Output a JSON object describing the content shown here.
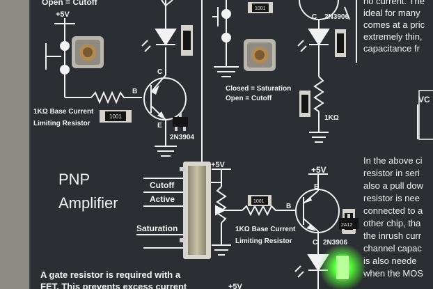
{
  "photo": {
    "subject": "PCB silkscreen transistor tutorial board",
    "colors": {
      "board": "#2b2e33",
      "background": "#8d8b86",
      "silkscreen": "#f2f2f2",
      "led_on": "#57ff3a"
    }
  },
  "npn_section": {
    "open_label": "Open = Cutoff",
    "supply": "+5V",
    "base_resistor_label_1": "1KΩ Base Current",
    "base_resistor_label_2": "Limiting Resistor",
    "resistor_code": "1001",
    "pin_b": "B",
    "pin_c": "C",
    "pin_e": "E",
    "part": "2N3904"
  },
  "middle_section": {
    "resistor_code": "1001",
    "closed_label": "Closed = Saturation",
    "open_label": "Open = Cutoff"
  },
  "pnp_top": {
    "pin_c": "C",
    "part": "2N3906",
    "resistor_value": "1KΩ"
  },
  "pnp_section": {
    "title_1": "PNP",
    "title_2": "Amplifier",
    "states": [
      "Cutoff",
      "Active",
      "Saturation"
    ],
    "supply": "+5V",
    "supply_right": "+5V",
    "resistor_code": "1001",
    "base_resistor_label_1": "1KΩ Base Current",
    "base_resistor_label_2": "Limiting Resistor",
    "pin_b": "B",
    "pin_c": "C",
    "pin_e": "E",
    "part": "2N3906",
    "smd_part_code": "2A12",
    "bottom_text_1": "A gate resistor is required with a",
    "bottom_text_2": "FET. This prevents excess current",
    "bottom_supply": "+5V"
  },
  "right_panel": {
    "lines_top": [
      "no current. The",
      "ideal for many",
      "comes at a pric",
      "extremely thin,",
      "capacitance fr"
    ],
    "vcc_label": "VC",
    "lines_bottom": [
      "In the above ci",
      "resistor in seri",
      "also a pull dow",
      "resistor is nee",
      "connected to a",
      "other chip, tha",
      "the inrush curr",
      "channel capac",
      "is also neede",
      "when the MOS"
    ]
  }
}
